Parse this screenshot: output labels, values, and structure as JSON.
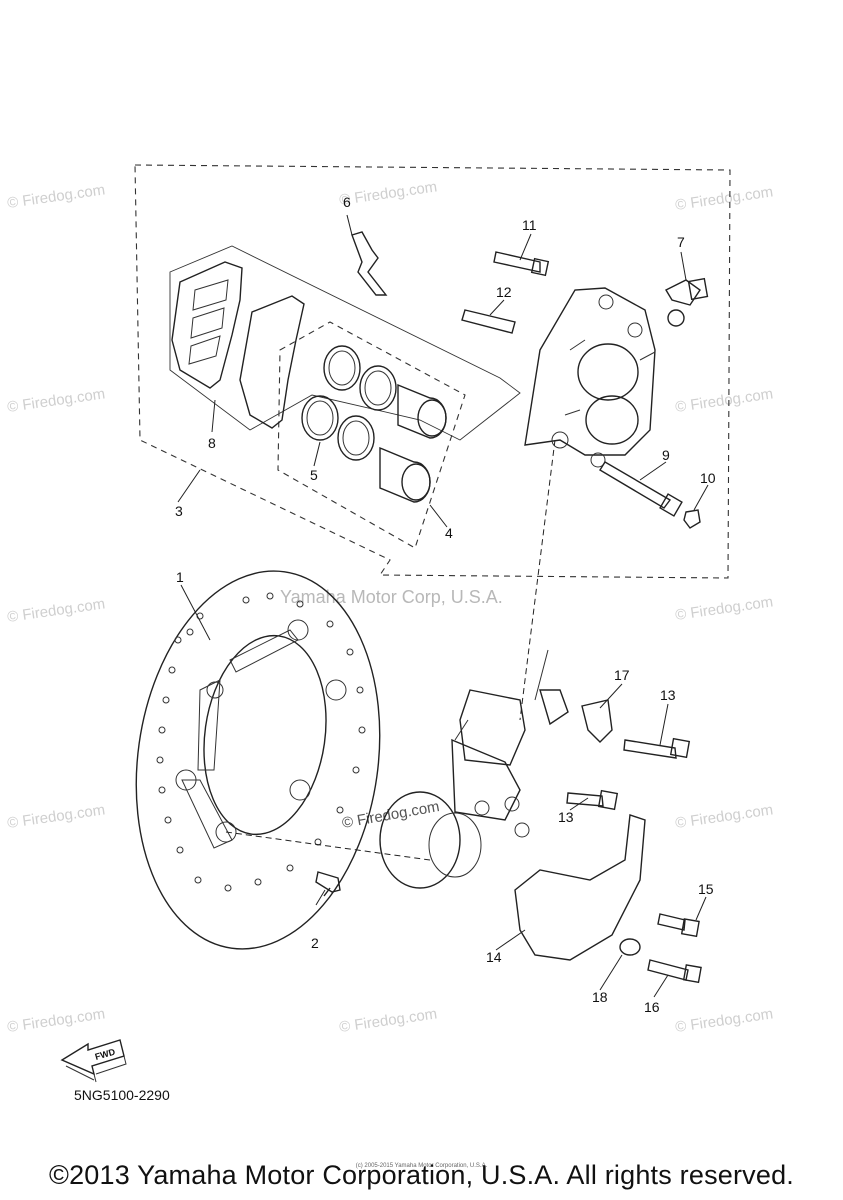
{
  "watermarks": {
    "site": "© Firedog.com",
    "center": "Yamaha Motor Corp, U.S.A.",
    "mid": "© Firedog.com"
  },
  "callouts": [
    "1",
    "2",
    "3",
    "4",
    "5",
    "6",
    "7",
    "8",
    "9",
    "10",
    "11",
    "12",
    "13",
    "13",
    "14",
    "15",
    "16",
    "17",
    "18"
  ],
  "fwd_label": "FWD",
  "diagram_code": "5NG5100-2290",
  "copyright": "©2013 Yamaha Motor Corporation, U.S.A. All rights reserved.",
  "fine_print": "(c) 2005-2015 Yamaha Motor Corporation, U.S.A."
}
